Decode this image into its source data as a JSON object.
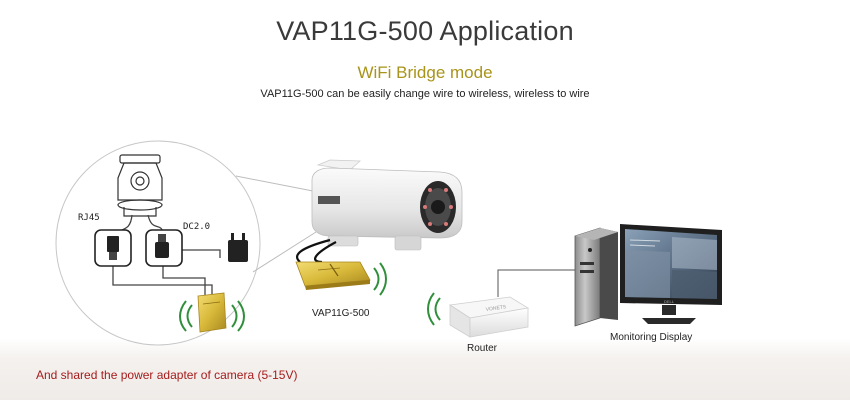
{
  "header": {
    "title": "VAP11G-500 Application",
    "mode": "WiFi Bridge mode",
    "description": "VAP11G-500 can be easily change wire to wireless, wireless to wire"
  },
  "labels": {
    "rj45": "RJ45",
    "dc": "DC2.0",
    "device": "VAP11G-500",
    "router": "Router",
    "display": "Monitoring Display",
    "display_brand": "DELL",
    "router_brand": "VONETS"
  },
  "footer": {
    "note": "And shared the power adapter of camera (5-15V)"
  },
  "colors": {
    "accent_gold": "#a8941a",
    "note_red": "#a51c1c",
    "device_yellow": "#d8b93a",
    "wifi_green": "#2f8f3a"
  },
  "icons": [
    "ip-camera-icon",
    "rj45-plug-icon",
    "dc-plug-icon",
    "power-adapter-icon",
    "bullet-camera-icon",
    "wifi-bridge-device-icon",
    "wifi-waves-icon",
    "router-icon",
    "desktop-computer-icon",
    "monitor-icon"
  ]
}
